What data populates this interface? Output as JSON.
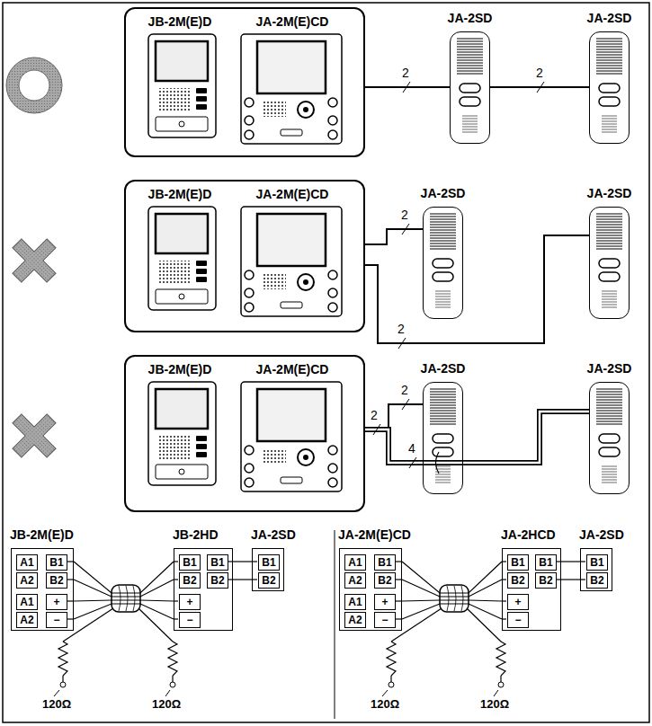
{
  "diagram": {
    "nodes": [
      {
        "text": [
          "JB-2M(E)D",
          "JA-2M(E)CD"
        ]
      },
      {
        "text": [
          "JA-2SD"
        ]
      },
      {
        "text": [
          "JA-2SD"
        ]
      },
      {
        "text": [
          "JB-2M(E)D",
          "JA-2M(E)CD"
        ]
      },
      {
        "text": [
          "JA-2SD"
        ]
      },
      {
        "text": [
          "JA-2SD"
        ]
      },
      {
        "text": [
          "JB-2M(E)D",
          "JA-2M(E)CD"
        ]
      },
      {
        "text": [
          "JA-2SD"
        ]
      },
      {
        "text": [
          "JA-2SD"
        ]
      },
      {
        "text": [
          "JB-2M(E)D",
          "A1",
          "A2",
          "A1",
          "A2",
          "B1",
          "B2",
          "+",
          "−"
        ]
      },
      {
        "text": [
          "JB-2HD",
          "B1",
          "B2",
          "+",
          "−",
          "B1",
          "B2"
        ]
      },
      {
        "text": [
          "JA-2SD",
          "B1",
          "B2"
        ]
      },
      {
        "text": [
          "JA-2M(E)CD",
          "A1",
          "A2",
          "A1",
          "A2",
          "B1",
          "B2",
          "+",
          "−"
        ]
      },
      {
        "text": [
          "JA-2HCD",
          "B1",
          "B2",
          "+",
          "−",
          "B1",
          "B2"
        ]
      },
      {
        "text": [
          "JA-2SD",
          "B1",
          "B2"
        ]
      }
    ],
    "edges": [
      {
        "from": 0,
        "to": 1,
        "arrow": "none",
        "label": "2"
      },
      {
        "from": 1,
        "to": 2,
        "arrow": "none",
        "label": "2"
      },
      {
        "from": 3,
        "to": 4,
        "arrow": "none",
        "label": "2"
      },
      {
        "from": 3,
        "to": 5,
        "arrow": "none",
        "label": "2"
      },
      {
        "from": 6,
        "to": 7,
        "arrow": "none",
        "label": "2"
      },
      {
        "from": 6,
        "to": 8,
        "arrow": "none",
        "label": "4"
      },
      {
        "from": 9,
        "to": 10,
        "arrow": "none"
      },
      {
        "from": 10,
        "to": 11,
        "arrow": "none"
      },
      {
        "from": 12,
        "to": 13,
        "arrow": "none"
      },
      {
        "from": 13,
        "to": 14,
        "arrow": "none"
      }
    ],
    "labels": [
      "2",
      "120Ω",
      "120Ω",
      "120Ω",
      "120Ω"
    ]
  }
}
